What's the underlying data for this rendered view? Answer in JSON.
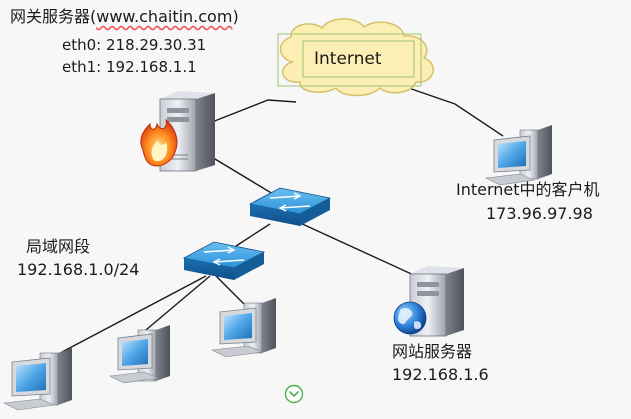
{
  "gateway": {
    "title_prefix": "网关服务器(",
    "title_brand": "www.chaitin.com",
    "title_suffix": ")",
    "eth0": "eth0: 218.29.30.31",
    "eth1": "eth1: 192.168.1.1",
    "icon": "firewall-server-icon"
  },
  "internet": {
    "label": "Internet",
    "icon": "cloud-icon",
    "fill_color": "#fcefb4",
    "stroke_color": "#d6c06a",
    "box_color": "#9bc46e"
  },
  "internet_client": {
    "name": "Internet中的客户机",
    "ip": "173.96.97.98",
    "icon": "desktop-computer-icon"
  },
  "lan": {
    "name": "局域网段",
    "cidr": "192.168.1.0/24"
  },
  "web_server": {
    "name": "网站服务器",
    "ip": "192.168.1.6",
    "icon": "globe-server-icon"
  },
  "switches": {
    "icon": "network-switch-icon",
    "color": "#2a8fd8"
  },
  "lan_clients": {
    "icon": "desktop-computer-icon",
    "count": 3
  },
  "controls": {
    "scroll_down_icon": "chevron-down-circle-icon",
    "scroll_color": "#4caf50"
  },
  "line_color": "#1a1a1a"
}
